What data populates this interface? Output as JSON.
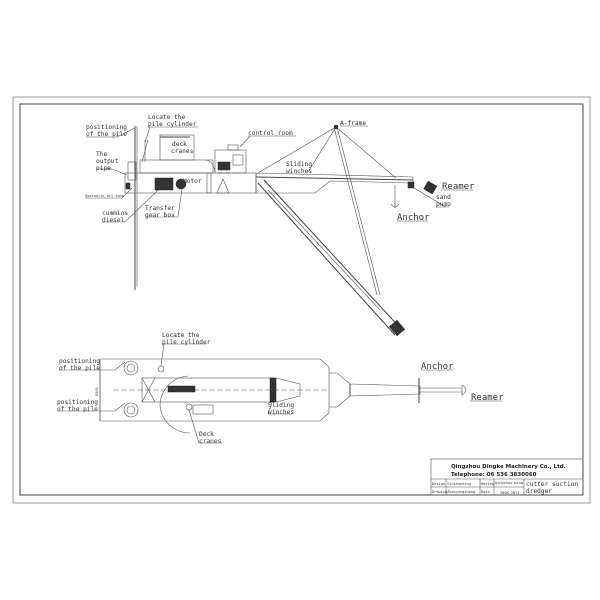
{
  "side_view": {
    "labels": {
      "pile_positioning": [
        "positioning",
        "of the pile"
      ],
      "locate_cylinder": [
        "Locate the",
        "pile cylinder"
      ],
      "deck_cranes": [
        "deck",
        "cranes"
      ],
      "output_pipe": [
        "The",
        "output",
        "pipe"
      ],
      "control_room": "control room",
      "a_frame": "A-frame",
      "sliding_winches": [
        "Sliding",
        "winches"
      ],
      "motor": "Motor",
      "hydraulic_tank": "Hydraulic oil tank",
      "cummins_diesel": [
        "cummins",
        "diesel"
      ],
      "transfer_gear_box": [
        "Transfer",
        "gear box"
      ],
      "reamer": "Reamer",
      "sand_pump": [
        "sand",
        "pump"
      ],
      "anchor": "Anchor"
    }
  },
  "plan_view": {
    "labels": {
      "locate_cylinder": [
        "Locate the",
        "pile cylinder"
      ],
      "pile_positioning_top": [
        "positioning",
        "of the pile"
      ],
      "pile_positioning_bottom": [
        "positioning",
        "of the pile"
      ],
      "dimension": "6500",
      "deck_cranes": [
        "Deck",
        "cranes"
      ],
      "sliding_winches": [
        "Sliding",
        "winches"
      ],
      "anchor": "Anchor",
      "reamer": "Reamer"
    }
  },
  "title_block": {
    "company": "Qingzhou  Dingke Machinery Co., Ltd.",
    "telephone": "Telephone: 06 536 3830060",
    "design_label": "Design",
    "design_name": "Yinshaneing",
    "review_label": "Review",
    "review_name": "Qingzhou ming",
    "drawing_label": "Drawing",
    "drawing_name": "Zhaoyongzhang",
    "date_label": "Date",
    "date_value": "2008.2011",
    "drawing_title": [
      "cutter suction",
      "dredger"
    ]
  }
}
